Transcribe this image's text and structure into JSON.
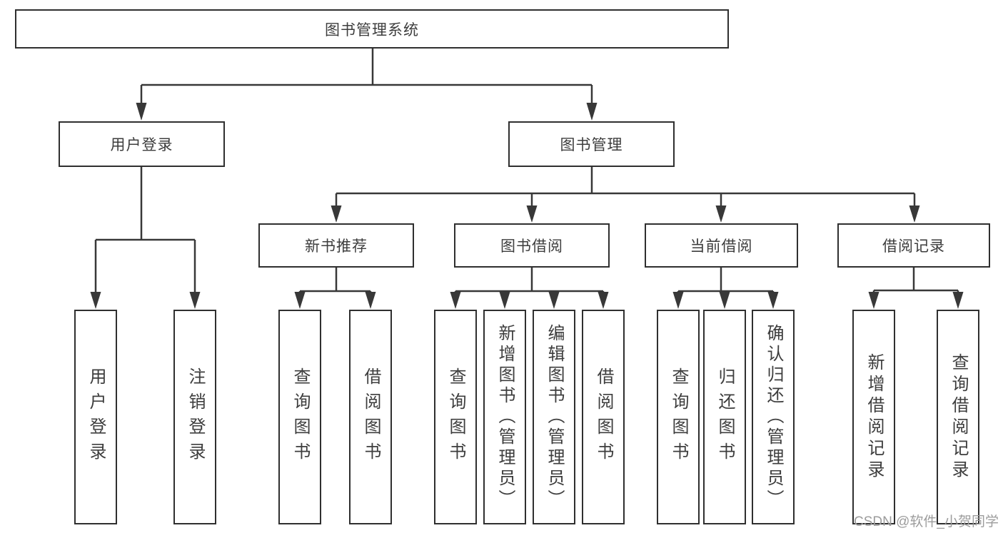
{
  "diagram_title": "图书管理系统",
  "colors": {
    "line": "#383838",
    "box_border": "#2f2f2f",
    "text": "#3d3d3d",
    "watermark": "#9c9c9c",
    "background": "#ffffff"
  },
  "tree": {
    "root": {
      "label": "图书管理系统"
    },
    "branches": [
      {
        "label": "用户登录",
        "leaves": [
          "用户登录",
          "注销登录"
        ]
      },
      {
        "label": "图书管理",
        "groups": [
          {
            "label": "新书推荐",
            "leaves": [
              "查询图书",
              "借阅图书"
            ]
          },
          {
            "label": "图书借阅",
            "leaves": [
              "查询图书",
              "新增图书（管理员）",
              "编辑图书（管理员）",
              "借阅图书"
            ]
          },
          {
            "label": "当前借阅",
            "leaves": [
              "查询图书",
              "归还图书",
              "确认归还（管理员）"
            ]
          },
          {
            "label": "借阅记录",
            "leaves": [
              "新增借阅记录",
              "查询借阅记录"
            ]
          }
        ]
      }
    ]
  },
  "watermark": "CSDN @软件_小贺同学"
}
